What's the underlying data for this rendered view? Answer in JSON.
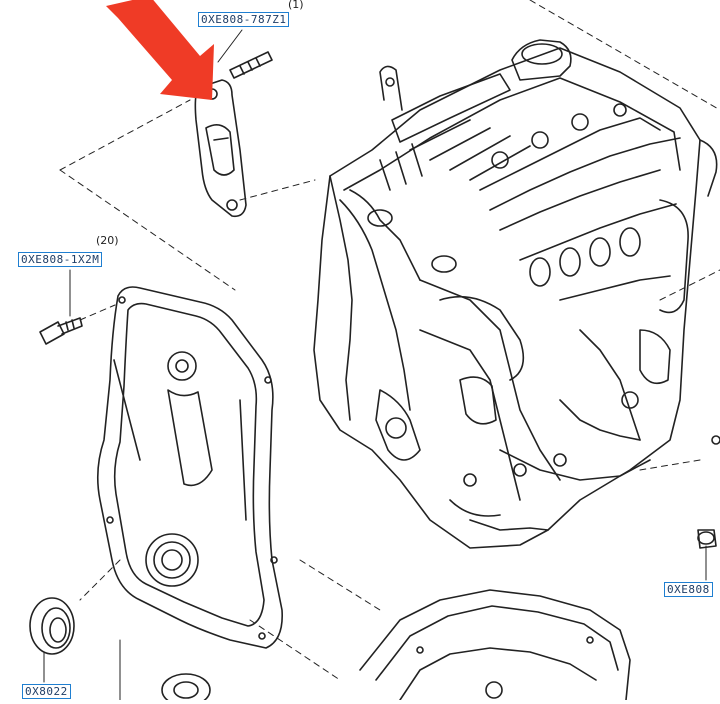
{
  "labels": {
    "top_part_number": "0XE808-787Z1",
    "left_part_number": "0XE808-1X2M",
    "right_part_number": "0XE808",
    "bottom_part_number": "0X8022"
  },
  "quantities": {
    "top": "(1)",
    "left": "(20)"
  },
  "colors": {
    "line": "#222222",
    "label_border": "#1f7fd1",
    "arrow": "#ef3b26"
  },
  "icons": {
    "pointer": "red-arrow-icon"
  }
}
